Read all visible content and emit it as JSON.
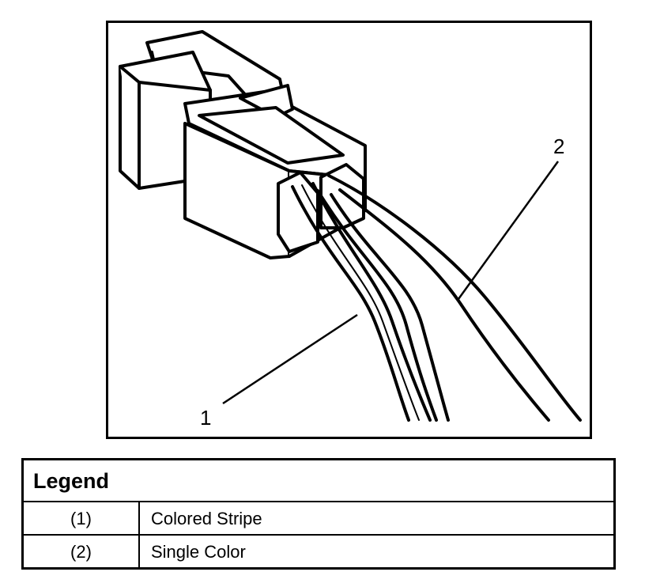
{
  "figure": {
    "callouts": [
      {
        "id": "1",
        "label": "1"
      },
      {
        "id": "2",
        "label": "2"
      }
    ]
  },
  "legend": {
    "title": "Legend",
    "rows": [
      {
        "key": "(1)",
        "value": "Colored Stripe"
      },
      {
        "key": "(2)",
        "value": "Single Color"
      }
    ]
  }
}
